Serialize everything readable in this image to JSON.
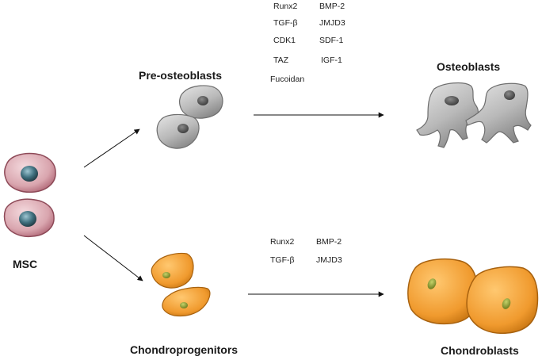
{
  "labels": {
    "msc": "MSC",
    "pre_osteoblasts": "Pre-osteoblasts",
    "osteoblasts": "Osteoblasts",
    "chondroprogenitors": "Chondroprogenitors",
    "chondroblasts": "Chondroblasts"
  },
  "osteo_factors": {
    "left": [
      "Runx2",
      "TGF-β",
      "CDK1",
      "TAZ",
      "Fucoidan"
    ],
    "right": [
      "BMP-2",
      "JMJD3",
      "SDF-1",
      "IGF-1"
    ]
  },
  "chondro_factors": {
    "left": [
      "Runx2",
      "TGF-β"
    ],
    "right": [
      "BMP-2",
      "JMJD3"
    ]
  },
  "colors": {
    "msc_fill": "#d9a5ae",
    "msc_edge": "#8e4a58",
    "msc_nucleus": "#3f6f7e",
    "osteo_fill": "#b9b9b9",
    "osteo_edge": "#6e6e6e",
    "osteo_nucleus": "#4a4a4a",
    "chondro_fill": "#f0a23a",
    "chondro_edge": "#a8620f",
    "chondro_nucleus": "#7c8e2a",
    "arrow": "#111111"
  }
}
